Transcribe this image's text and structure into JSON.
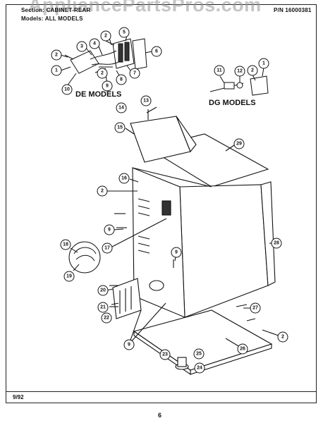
{
  "header": {
    "section_label": "Section: CABINET-REAR",
    "models_label": "Models: ALL MODELS",
    "part_number": "P/N 16000381"
  },
  "watermark": "AppliancePartsPros.com",
  "model_labels": {
    "de": "DE MODELS",
    "dg": "DG MODELS"
  },
  "callouts": [
    "1",
    "2",
    "3",
    "4",
    "5",
    "6",
    "7",
    "8",
    "9",
    "10",
    "11",
    "12",
    "13",
    "14",
    "15",
    "16",
    "17",
    "18",
    "19",
    "20",
    "21",
    "22",
    "23",
    "24",
    "25",
    "26",
    "27",
    "28",
    "29"
  ],
  "footer": {
    "date": "9/92",
    "page": "6"
  }
}
